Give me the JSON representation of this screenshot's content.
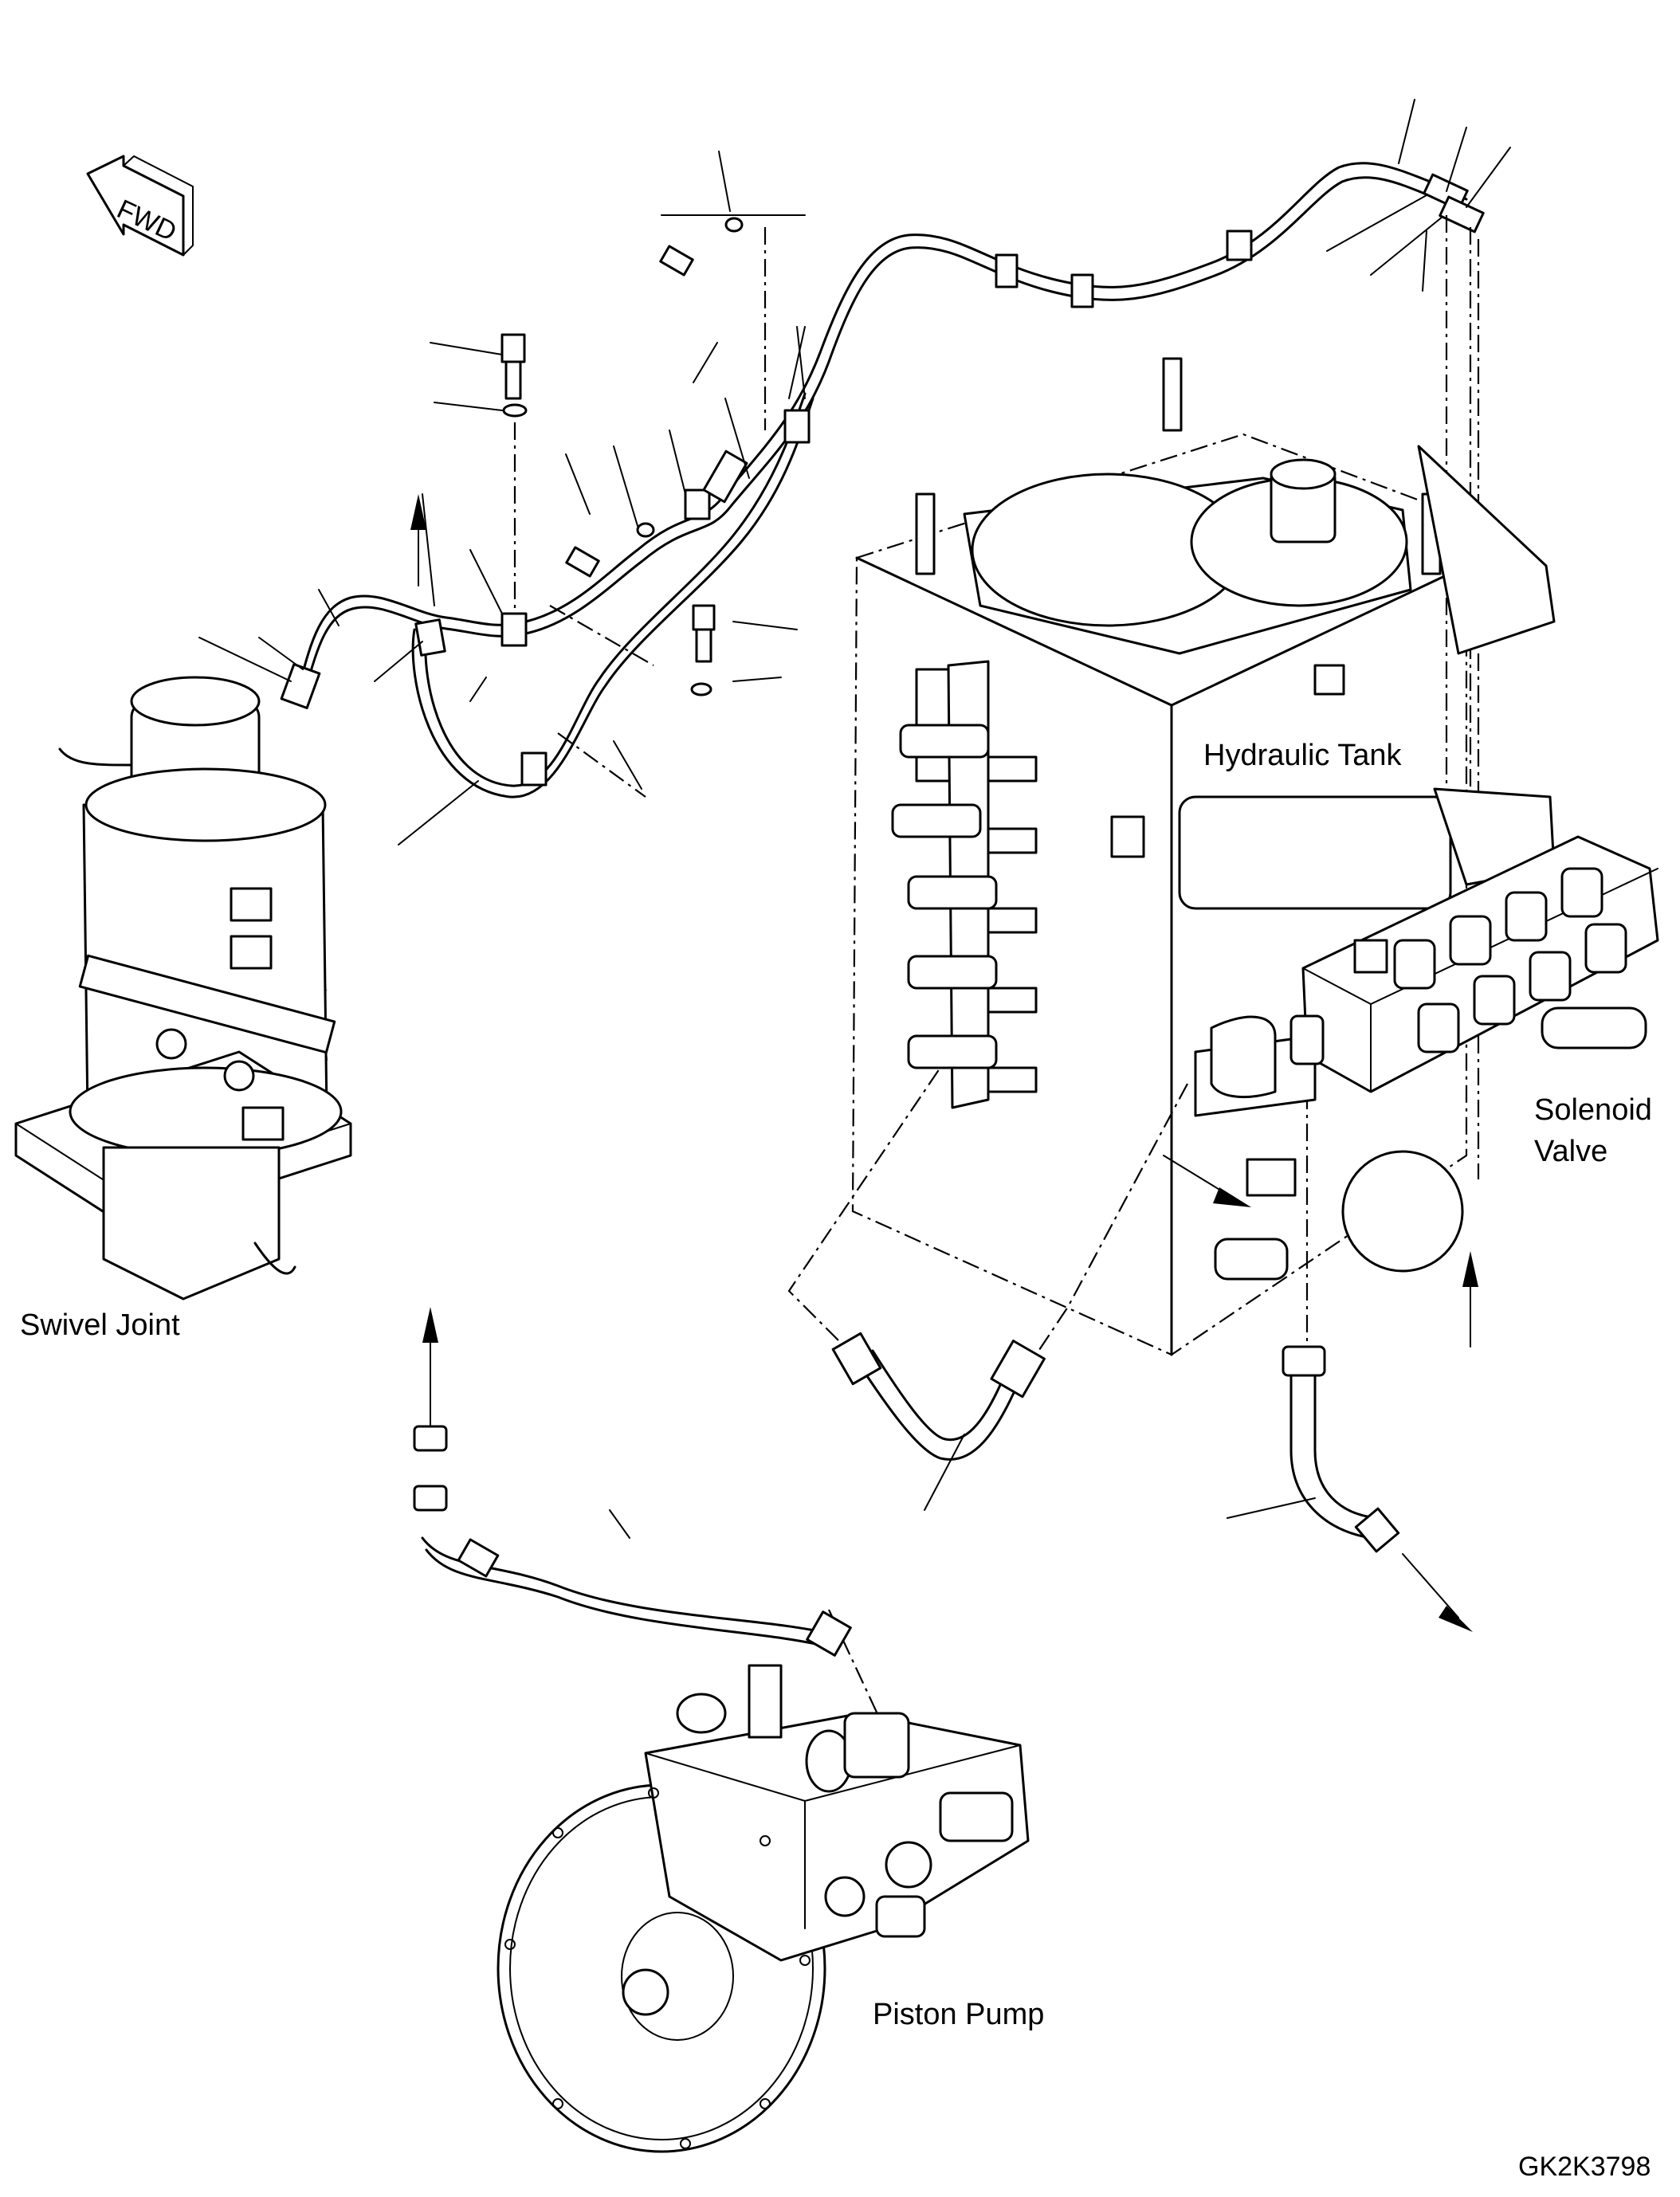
{
  "orientation": {
    "label": "FWD"
  },
  "components": {
    "hydraulic_tank": "Hydraulic Tank",
    "swivel_joint": "Swivel Joint",
    "solenoid_valve_line1": "Solenoid",
    "solenoid_valve_line2": "Valve",
    "piston_pump": "Piston Pump"
  },
  "drawing_code": "GK2K3798"
}
